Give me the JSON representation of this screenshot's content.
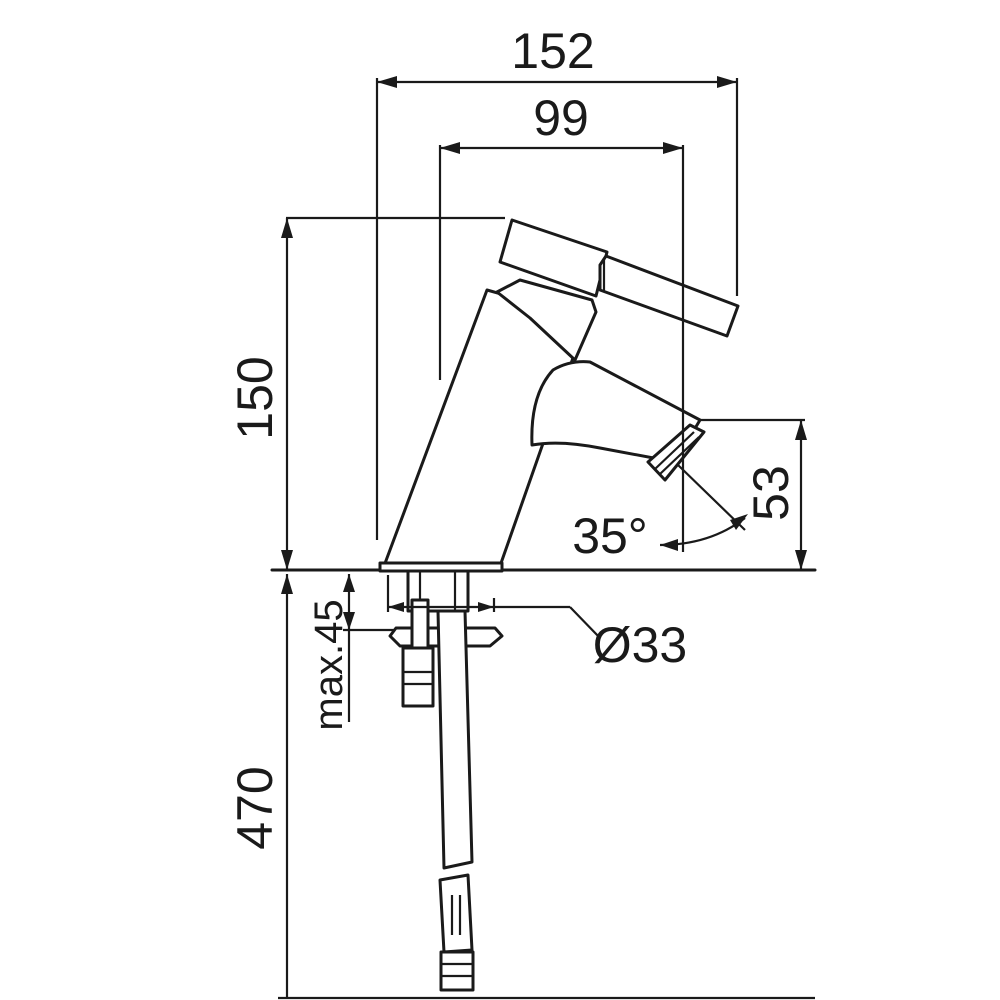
{
  "dimensions": {
    "overall_width": "152",
    "spout_width": "99",
    "height": "150",
    "outlet_height": "53",
    "angle": "35°",
    "diameter": "Ø33",
    "max_thickness": "max.45",
    "hose_length": "470"
  },
  "colors": {
    "line": "#1a1a1a",
    "background": "#ffffff"
  }
}
